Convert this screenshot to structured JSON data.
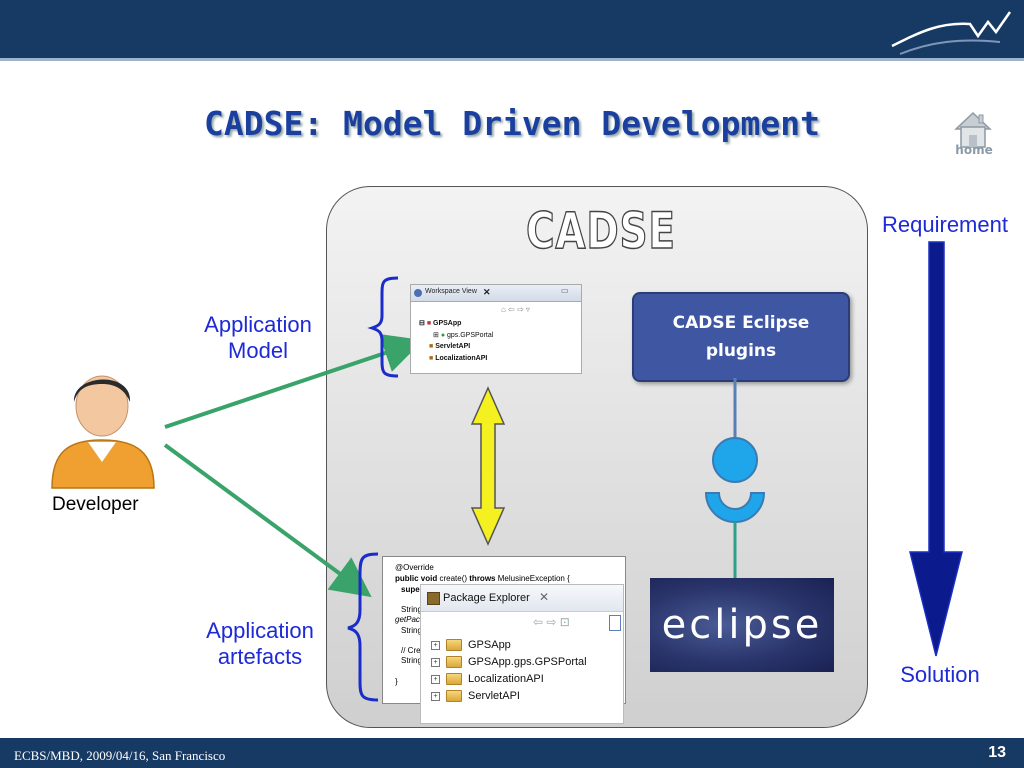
{
  "slide": {
    "title": "CADSE: Model Driven Development",
    "home_label": "home",
    "footer": "ECBS/MBD, 2009/04/16, San Francisco",
    "page_number": "13"
  },
  "diagram": {
    "panel_label": "CADSE",
    "plugins_label_line1": "CADSE Eclipse",
    "plugins_label_line2": "plugins",
    "eclipse_logo_text": "eclipse",
    "application_model_line1": "Application",
    "application_model_line2": "Model",
    "application_artefacts_line1": "Application",
    "application_artefacts_line2": "artefacts",
    "developer_label": "Developer",
    "requirement_label": "Requirement",
    "solution_label": "Solution"
  },
  "workspace_view": {
    "tab_title": "Workspace View",
    "items": [
      "GPSApp",
      "gps.GPSPortal",
      "ServletAPI",
      "LocalizationAPI"
    ]
  },
  "code_snippet": {
    "lines": [
      "@Override",
      "create()",
      "MelusineException {",
      "supe",
      "String",
      "getPac",
      "String",
      "// Cre",
      "String",
      "}"
    ],
    "kw_public_void": "public void",
    "kw_throws": "throws"
  },
  "package_explorer": {
    "title": "Package Explorer",
    "items": [
      "GPSApp",
      "GPSApp.gps.GPSPortal",
      "LocalizationAPI",
      "ServletAPI"
    ]
  },
  "colors": {
    "header_bar": "#173a64",
    "title_blue": "#1a3f9e",
    "label_blue": "#1d2ad6",
    "arrow_green": "#3aa36a",
    "arrow_yellow": "#f5f020",
    "plugins_fill": "#3f57a2",
    "socket_cyan": "#1fa6ea",
    "flow_arrow_navy": "#0b1a8c"
  },
  "icons": [
    "home-icon",
    "developer-avatar-icon",
    "eclipse-logo",
    "folder-icon",
    "close-icon"
  ]
}
